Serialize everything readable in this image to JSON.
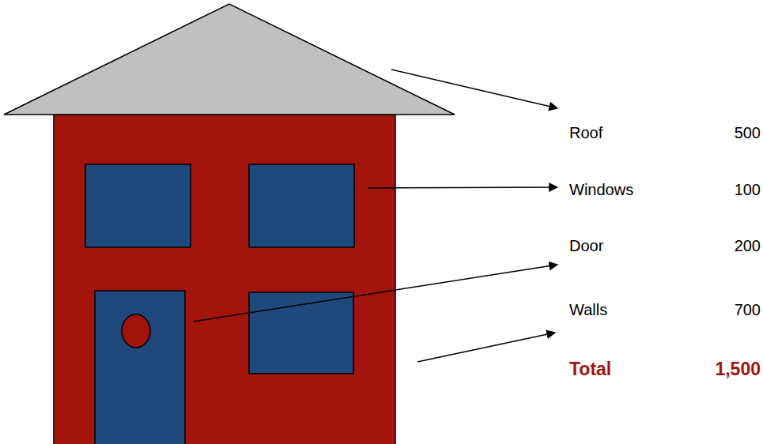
{
  "diagram": {
    "labels": [
      "Roof",
      "500",
      "Windows",
      "100",
      "Door",
      "200",
      "Walls",
      "700",
      "Total",
      "1,500"
    ]
  }
}
